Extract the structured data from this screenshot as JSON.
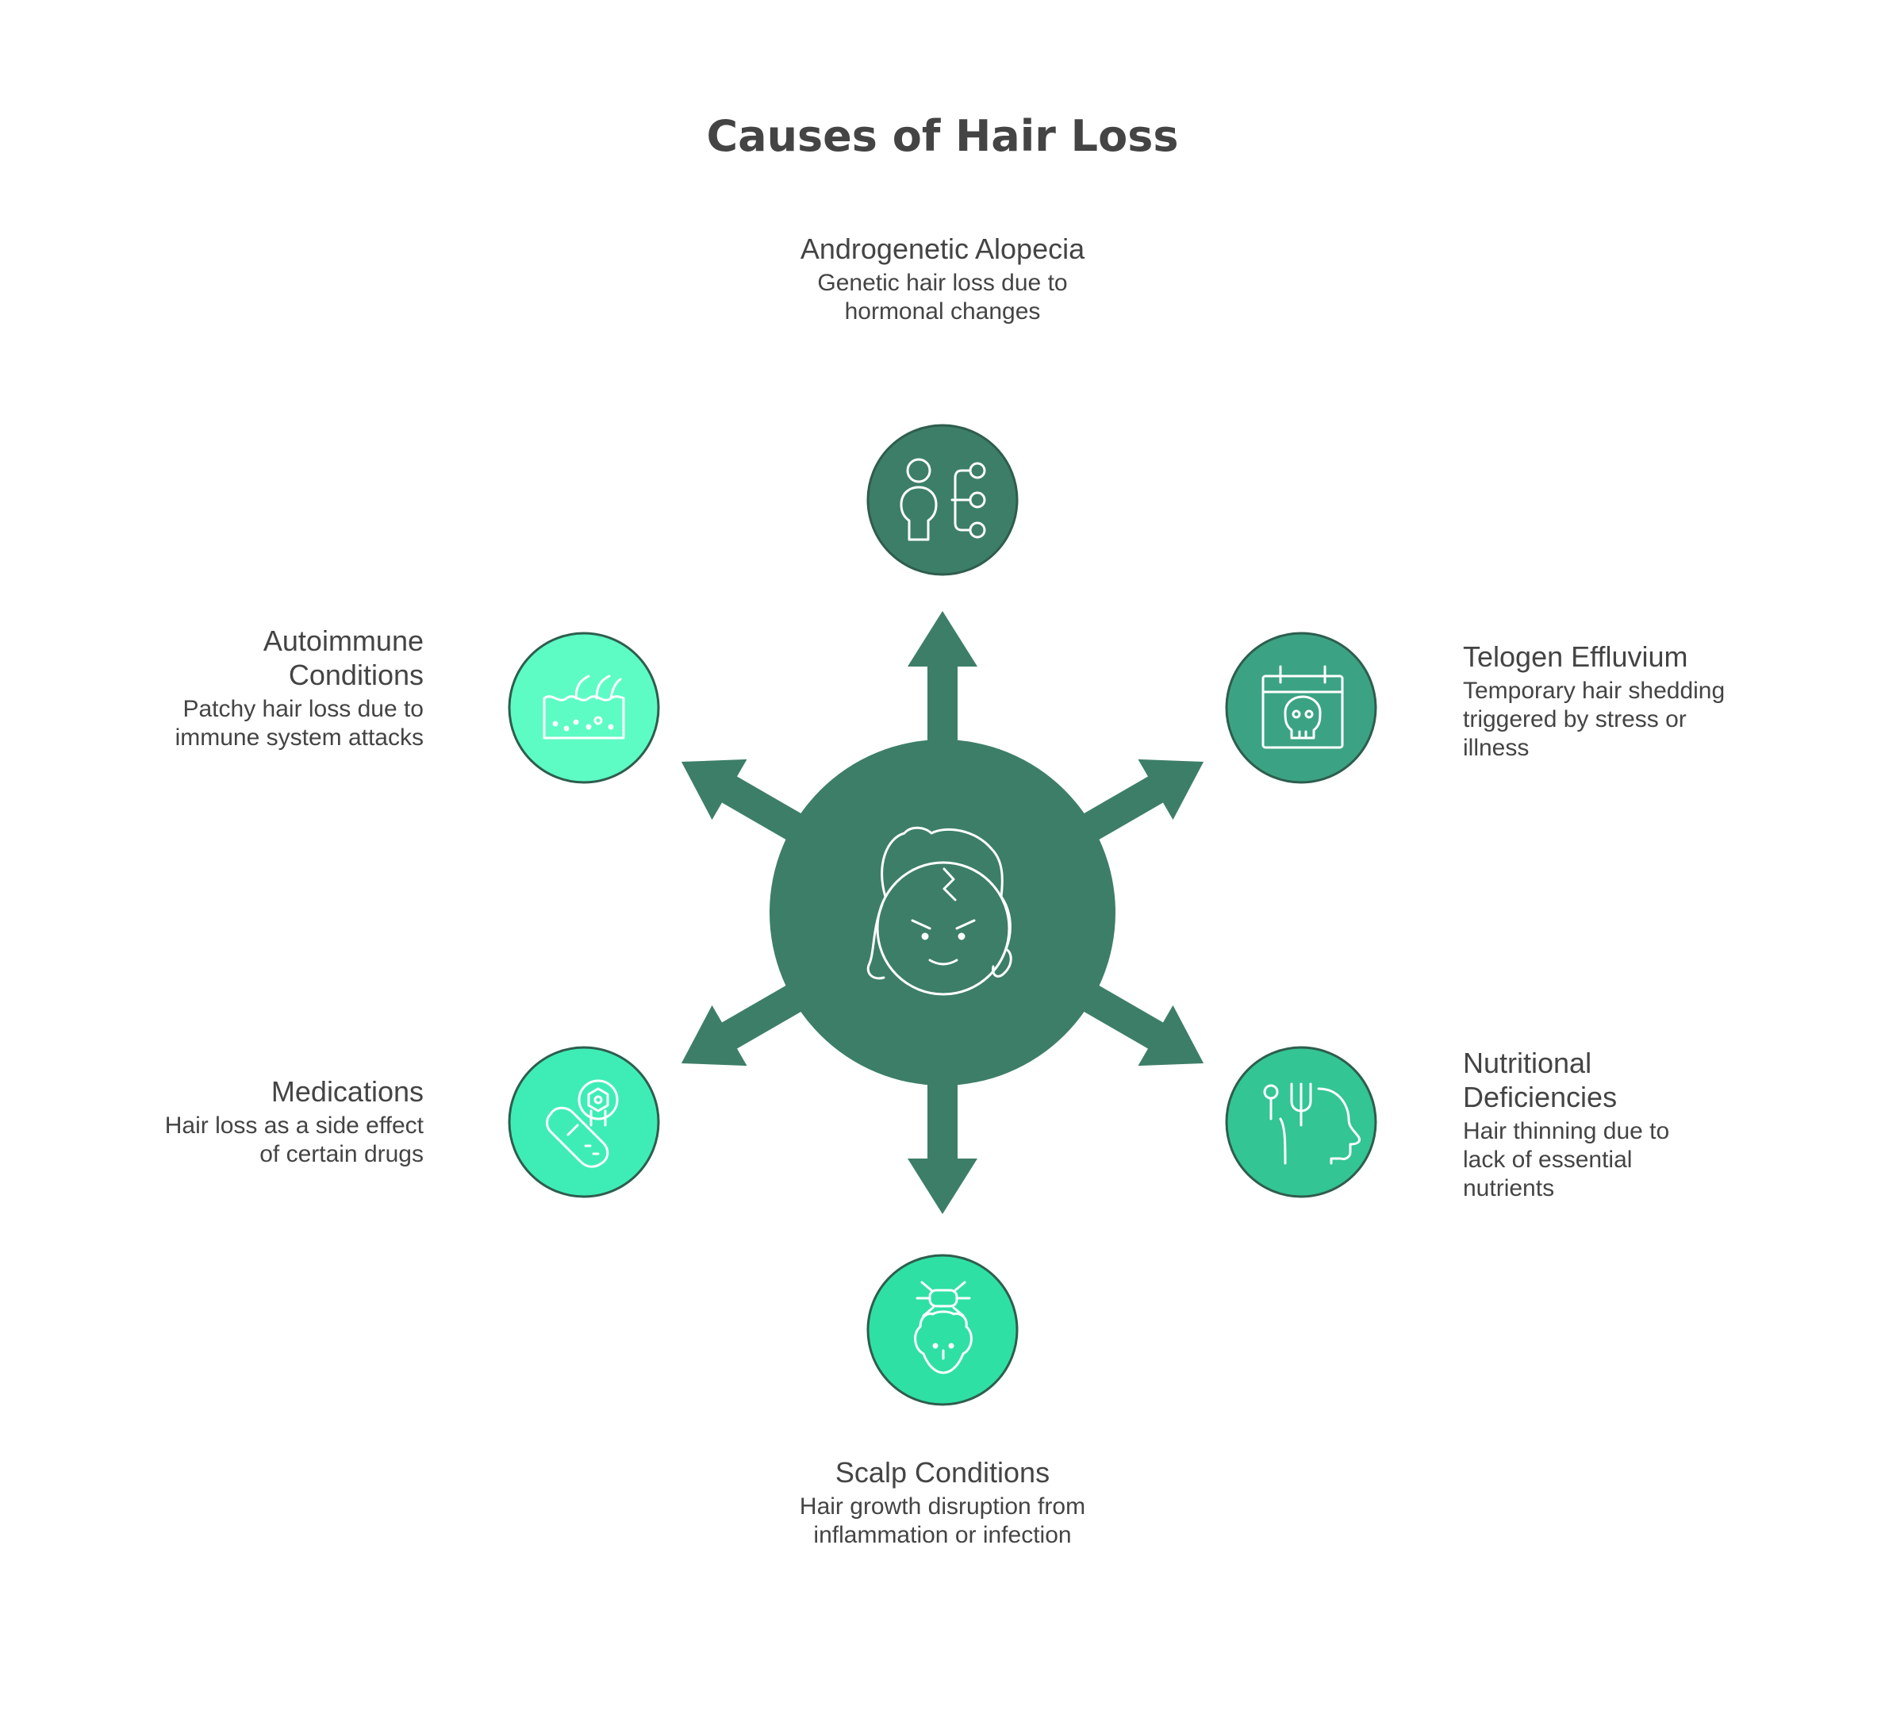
{
  "diagram": {
    "title": "Causes of Hair Loss",
    "colors": {
      "hub": "#3d7e68",
      "arrow": "#3d7e68",
      "node_outline": "#2e5d4e",
      "text": "#444444",
      "icon_stroke": "#ffffff"
    },
    "center": {
      "icon": "stressed-face-icon"
    },
    "nodes": [
      {
        "id": "androgenetic",
        "title": "Androgenetic Alopecia",
        "description": "Genetic hair loss due to hormonal changes",
        "color": "#3d7e68",
        "icon": "person-genetics-icon"
      },
      {
        "id": "telogen",
        "title": "Telogen Effluvium",
        "description": "Temporary hair shedding triggered by stress or illness",
        "color": "#3ba383",
        "icon": "calendar-skull-icon"
      },
      {
        "id": "nutritional",
        "title": "Nutritional Deficiencies",
        "description": "Hair thinning due to lack of essential nutrients",
        "color": "#33c594",
        "icon": "head-utensils-icon"
      },
      {
        "id": "scalp",
        "title": "Scalp Conditions",
        "description": "Hair growth disruption from inflammation or infection",
        "color": "#2ee0a4",
        "icon": "bug-head-icon"
      },
      {
        "id": "medications",
        "title": "Medications",
        "description": "Hair loss as a side effect of certain drugs",
        "color": "#3eedb6",
        "icon": "pill-bottle-icon"
      },
      {
        "id": "autoimmune",
        "title": "Autoimmune Conditions",
        "description": "Patchy hair loss due to immune system attacks",
        "color": "#5dfcc5",
        "icon": "skin-follicle-icon"
      }
    ]
  }
}
